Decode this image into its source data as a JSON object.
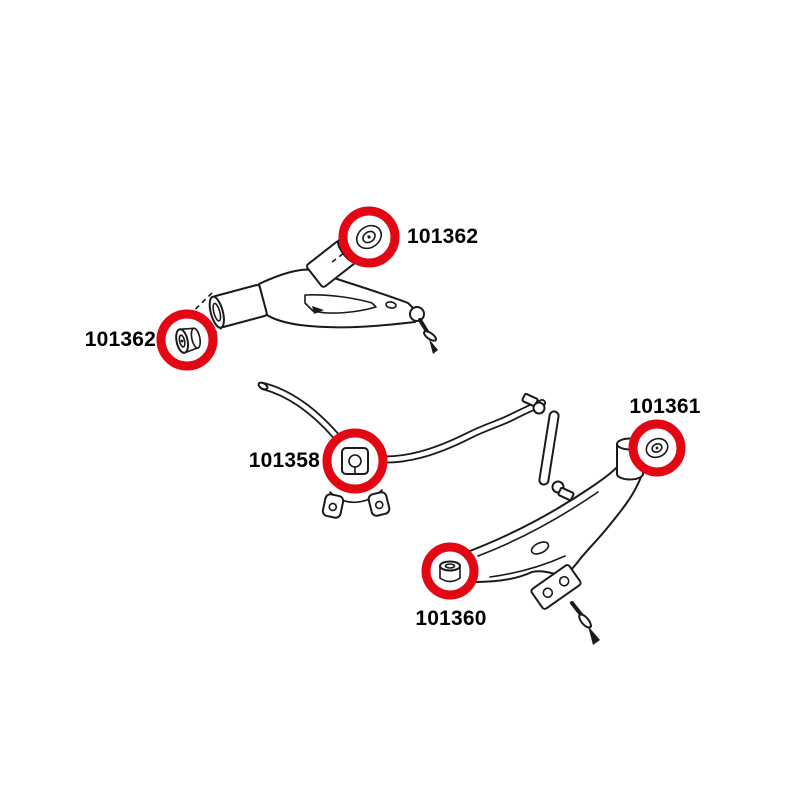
{
  "diagram": {
    "background": "#ffffff",
    "highlight_color": "#e30613",
    "line_color": "#1a1a1a",
    "components": [
      "upper-control-arm",
      "stabilizer-bar",
      "stabilizer-bar-bracket",
      "stabilizer-link",
      "lower-control-arm"
    ],
    "callouts": [
      {
        "part_number": "101362",
        "component": "upper-arm-rear-bushing"
      },
      {
        "part_number": "101362",
        "component": "upper-arm-front-bushing"
      },
      {
        "part_number": "101358",
        "component": "stabilizer-bar-bushing"
      },
      {
        "part_number": "101361",
        "component": "lower-arm-rear-bushing"
      },
      {
        "part_number": "101360",
        "component": "lower-arm-front-bushing"
      }
    ]
  }
}
